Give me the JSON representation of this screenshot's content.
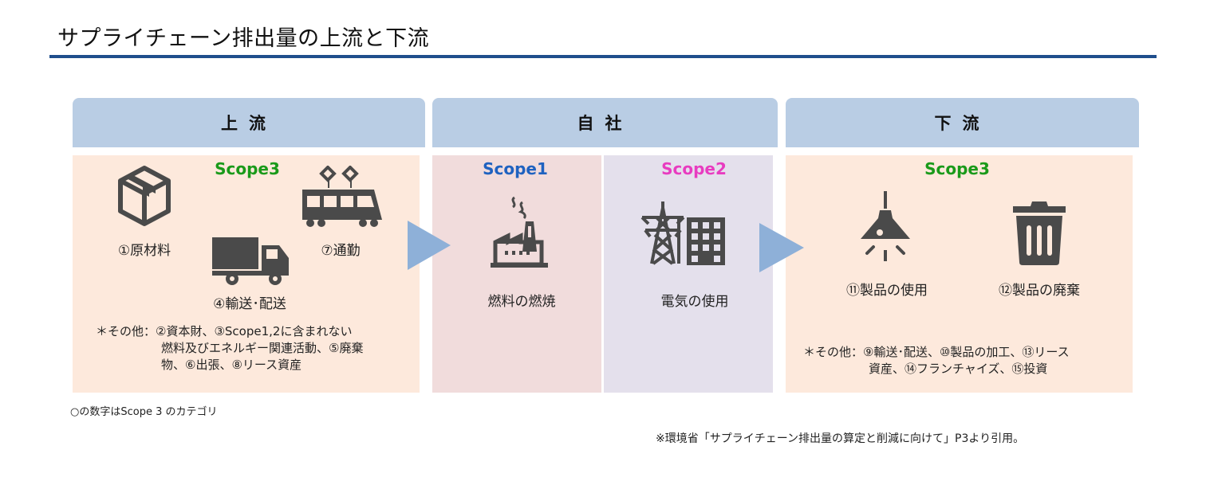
{
  "title": "サプライチェーン排出量の上流と下流",
  "colors": {
    "title_rule": "#1f4e8c",
    "header_bg": "#b9cde4",
    "upstream_bg": "#fde9dc",
    "scope1_bg": "#f1dcdc",
    "scope2_bg": "#e4e0ec",
    "downstream_bg": "#fde9dc",
    "arrow": "#8eb0d8",
    "icon": "#4a4a4a",
    "scope3_text": "#1a9a1a",
    "scope1_text": "#1f62c0",
    "scope2_text": "#e83cc0"
  },
  "sections": {
    "upstream": {
      "header": "上流",
      "scope": "Scope3",
      "items": [
        {
          "icon": "package-box-icon",
          "label": "①原材料"
        },
        {
          "icon": "train-icon",
          "label": "⑦通勤"
        },
        {
          "icon": "truck-icon",
          "label": "④輸送･配送"
        }
      ],
      "note_lines": [
        "＊その他：②資本財、③Scope1,2に含まれない",
        "燃料及びエネルギー関連活動、⑤廃棄",
        "物、⑥出張、⑧リース資産"
      ]
    },
    "company": {
      "header": "自社",
      "scope1": {
        "scope": "Scope1",
        "icon": "factory-icon",
        "label": "燃料の燃焼"
      },
      "scope2": {
        "scope": "Scope2",
        "icon": "power-tower-building-icon",
        "label": "電気の使用"
      }
    },
    "downstream": {
      "header": "下流",
      "scope": "Scope3",
      "items": [
        {
          "icon": "lamp-icon",
          "label": "⑪製品の使用"
        },
        {
          "icon": "trash-can-icon",
          "label": "⑫製品の廃棄"
        }
      ],
      "note_lines": [
        "＊その他：⑨輸送･配送、⑩製品の加工、⑬リース",
        "資産、⑭フランチャイズ、⑮投資"
      ]
    }
  },
  "footnote_left": "○の数字はScope 3 のカテゴリ",
  "footnote_right": "※環境省「サプライチェーン排出量の算定と削減に向けて」P3より引用。"
}
